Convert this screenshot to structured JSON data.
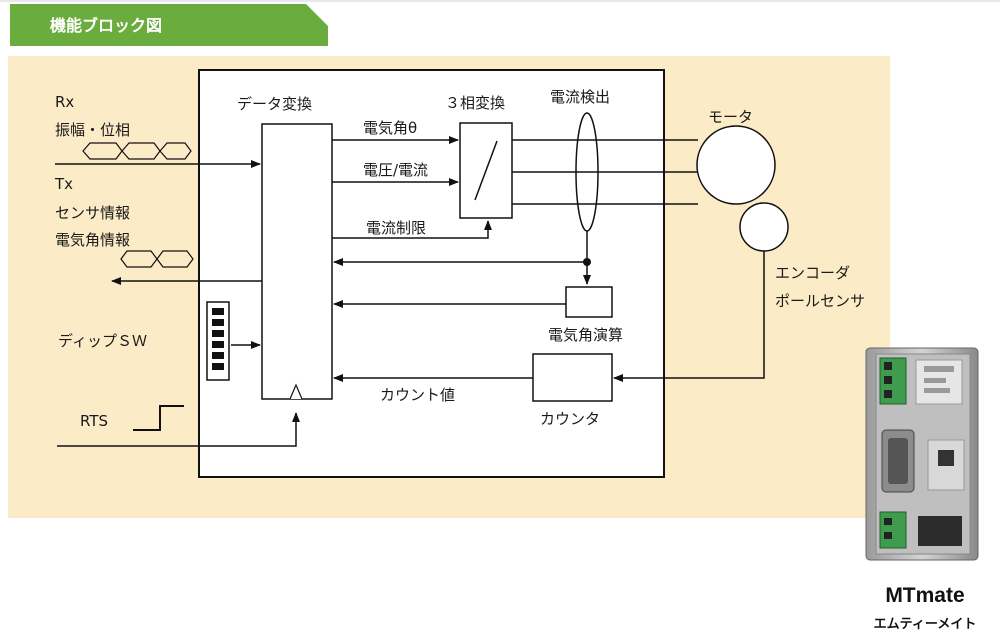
{
  "header": {
    "title": "機能ブロック図"
  },
  "diagram": {
    "rx": "Rx",
    "amp_phase": "振幅・位相",
    "tx": "Tx",
    "sensor_info": "センサ情報",
    "elec_angle_info": "電気角情報",
    "dip_sw": "ディップＳＷ",
    "rts": "RTS",
    "data_conversion": "データ変換",
    "three_phase": "３相変換",
    "current_detect": "電流検出",
    "elec_angle_theta": "電気角θ",
    "voltage_current": "電圧/電流",
    "current_limit": "電流制限",
    "motor": "モータ",
    "encoder": "エンコーダ",
    "pole_sensor": "ポールセンサ",
    "elec_angle_calc": "電気角演算",
    "count_value": "カウント値",
    "counter": "カウンタ"
  },
  "product": {
    "name": "MTmate",
    "kana": "エムティーメイト"
  },
  "colors": {
    "banner": "#6aac3d",
    "panel": "#fcebc7",
    "line": "#111111"
  }
}
